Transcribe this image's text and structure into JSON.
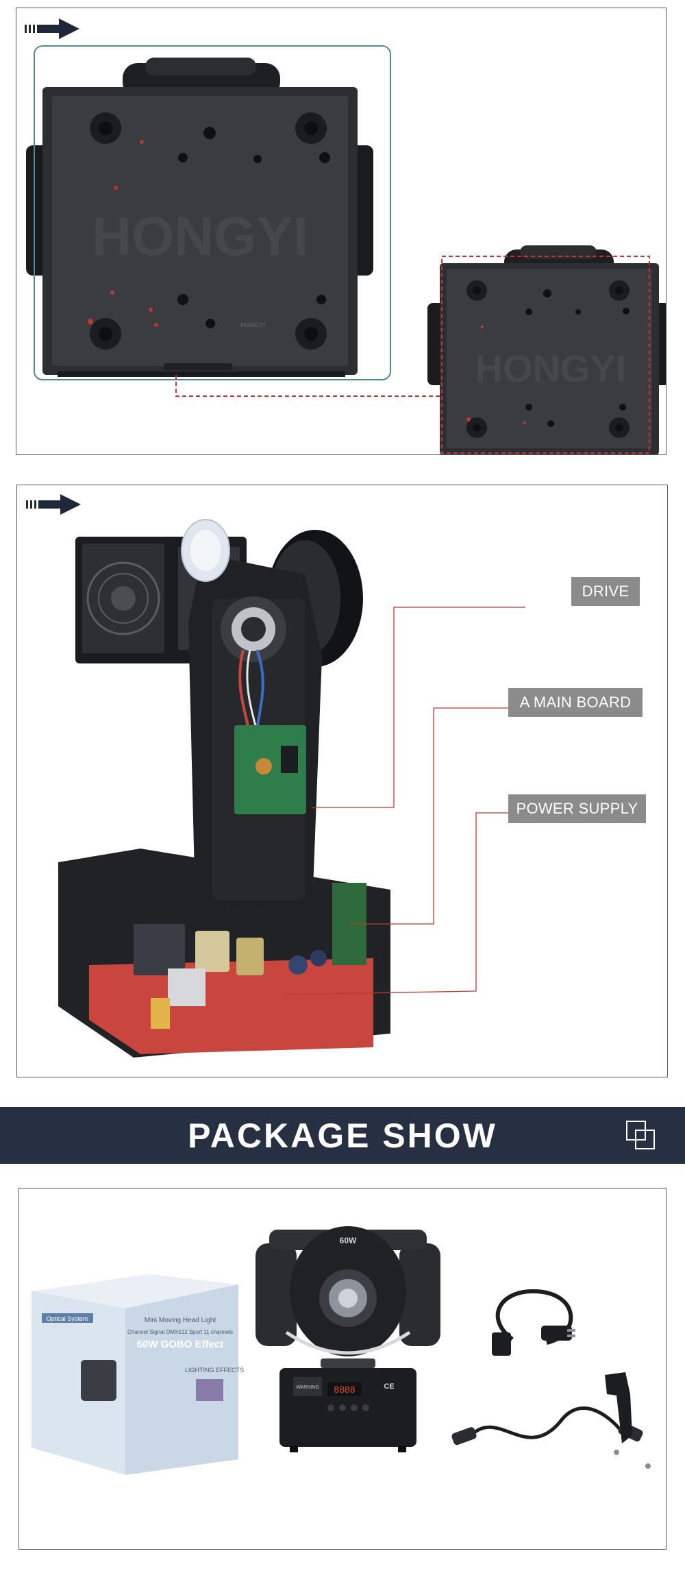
{
  "section1": {
    "arrow_icon": "arrow-right-icon",
    "photo_large": "moving-head-bottom-view",
    "photo_small": "moving-head-bottom-view-detail",
    "plate_watermark": "HONGYI",
    "plate_stamp": "HONGYI"
  },
  "section2": {
    "arrow_icon": "arrow-right-icon",
    "photo": "moving-head-internal-view",
    "callouts": [
      {
        "label": "DRIVE"
      },
      {
        "label": "A MAIN BOARD"
      },
      {
        "label": "POWER SUPPLY"
      }
    ]
  },
  "banner": {
    "title": "PACKAGE SHOW",
    "icon": "copy-squares-icon",
    "background": "#263042"
  },
  "package": {
    "box_label_top": "Optical System",
    "box_product": "60W GOBO Effect",
    "box_subtitle": "Mini Moving Head Light",
    "box_text_line": "Channel Signal DMX512 Sport 11 channels",
    "box_effects": "LIGHTING EFFECTS",
    "light_top_label": "60W",
    "display_value": "8888",
    "cover_label": "WARNING",
    "mark_label": "CE"
  },
  "colors": {
    "panel_border": "#555b63",
    "callout_bg": "#8b8b8b",
    "leader_line": "#c0392b",
    "highlight_frame_teal": "#4f8c8f",
    "highlight_frame_red": "#d0302b"
  }
}
